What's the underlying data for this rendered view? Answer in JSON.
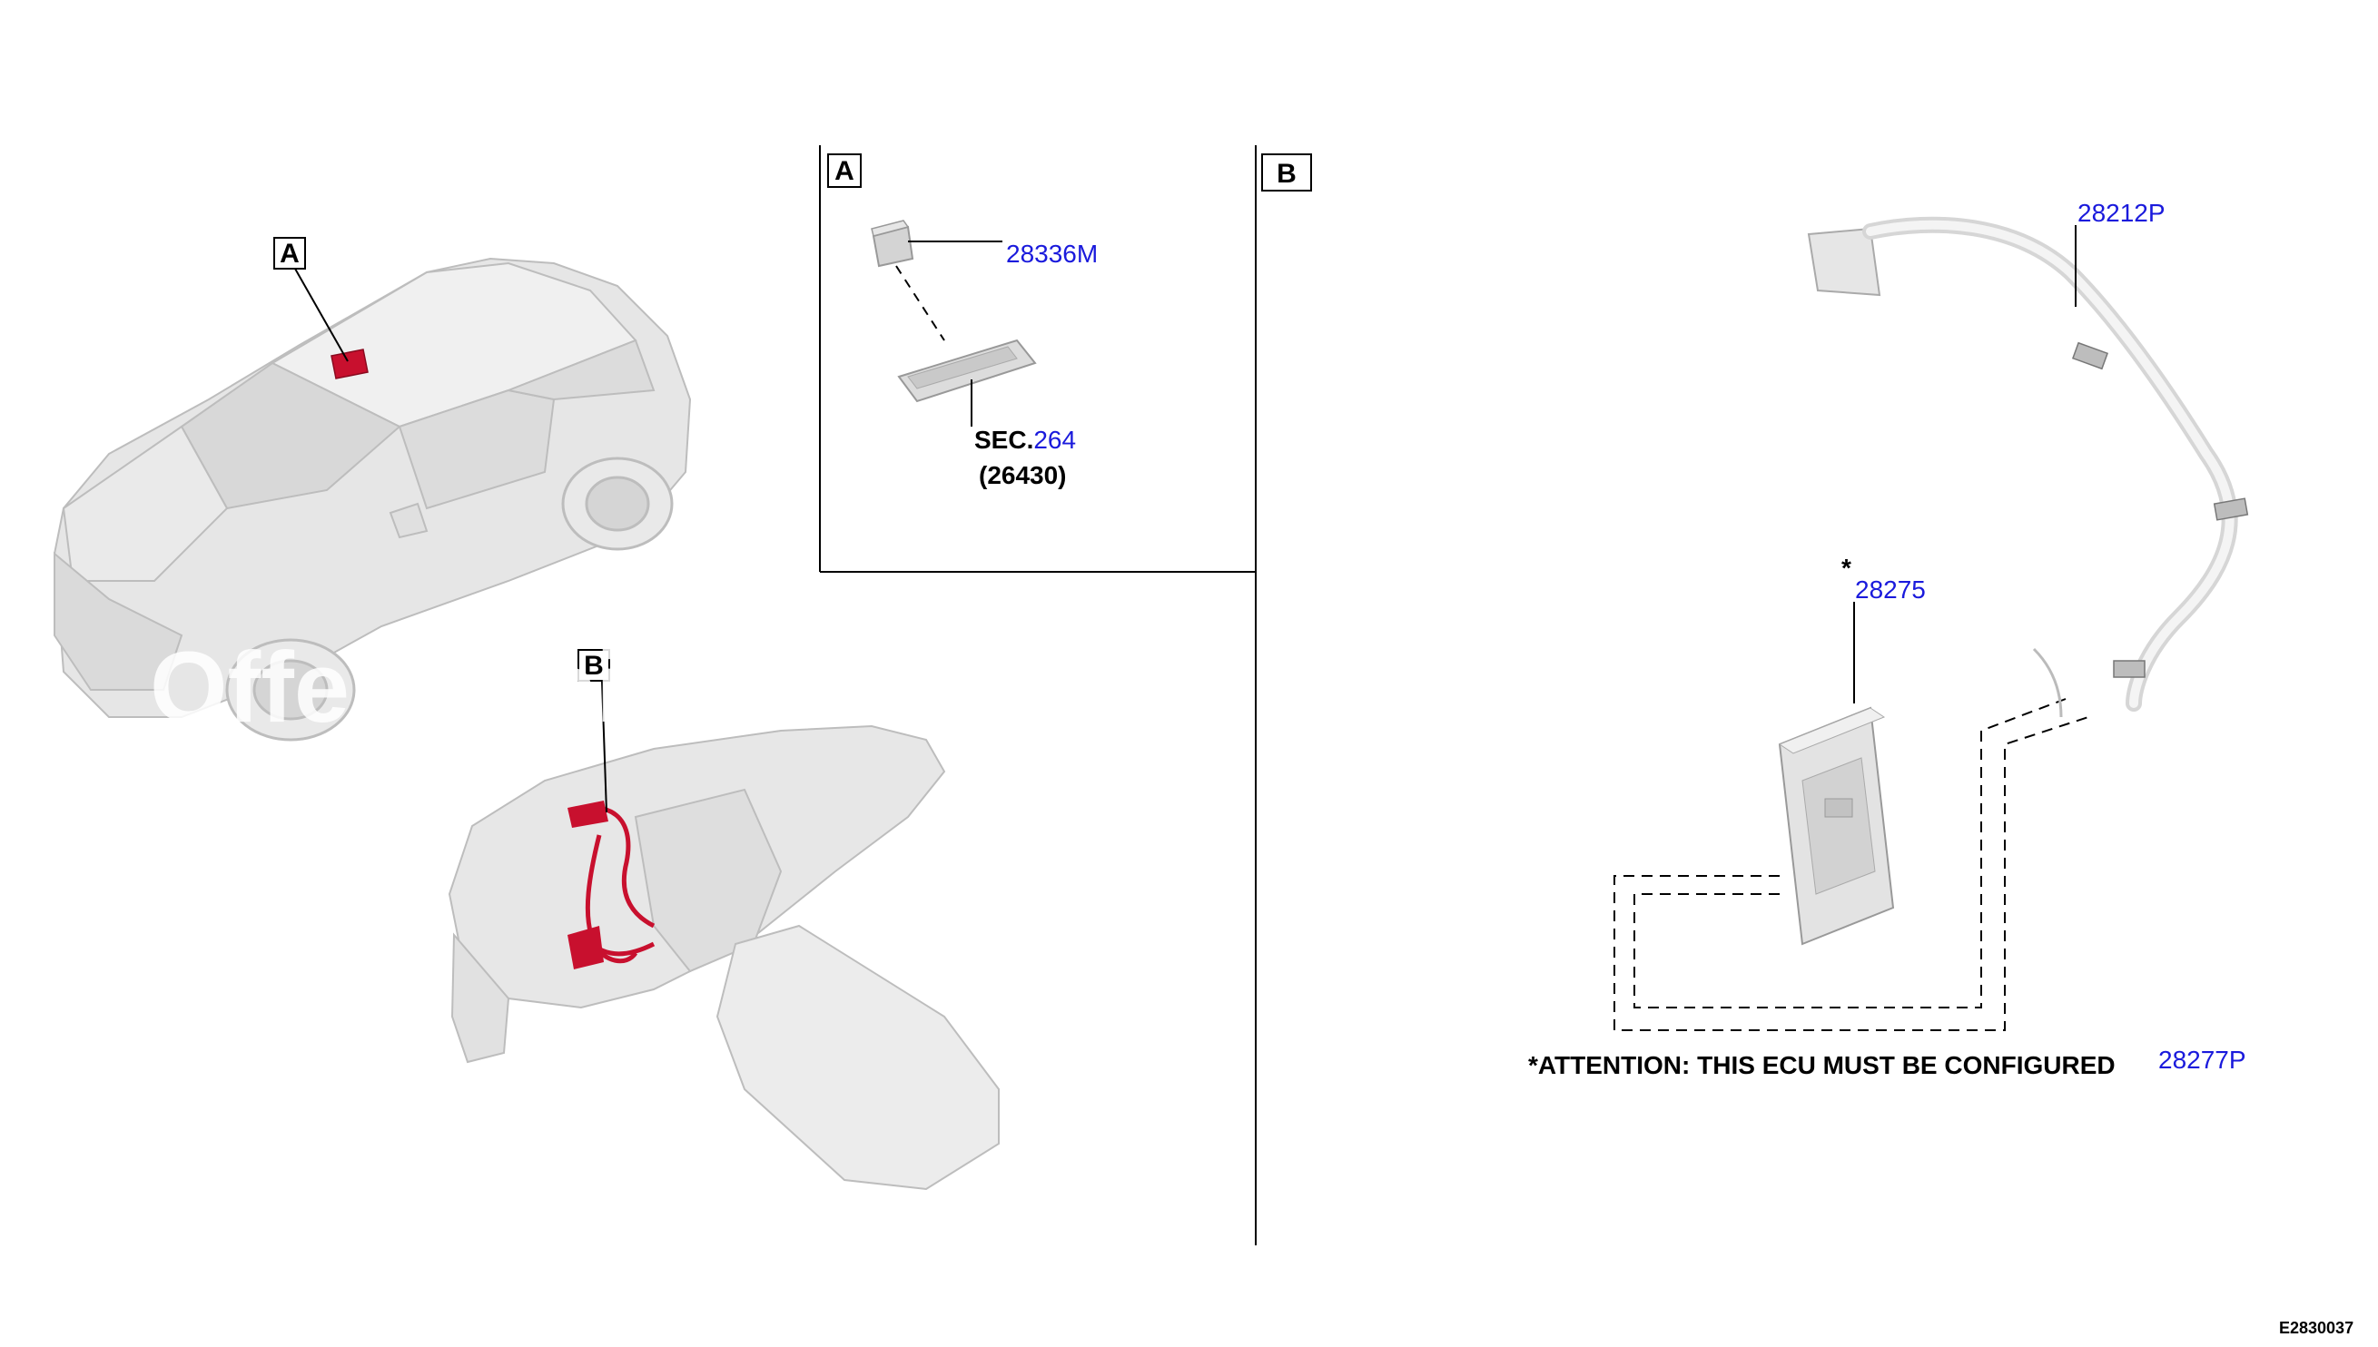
{
  "colors": {
    "callout_blue": "#1a1adc",
    "highlight_red": "#c8102e",
    "line_black": "#000000",
    "part_gray": "#d9d9d9"
  },
  "views": {
    "vehicle_callout_a": "A",
    "vehicle_callout_b": "B",
    "detail_a_label": "A",
    "detail_b_label": "B"
  },
  "detail_a": {
    "part_number": "28336M",
    "sec_prefix": "SEC.",
    "sec_number": "264",
    "sec_sub": "(26430)"
  },
  "detail_b": {
    "antenna_part": "28212P",
    "ecu_marker": "*",
    "ecu_part": "28275",
    "harness_part": "28277P",
    "attention": "*ATTENTION: THIS ECU MUST BE CONFIGURED"
  },
  "watermark_text": "Offer Assistant A",
  "diagram_code": "E2830037"
}
